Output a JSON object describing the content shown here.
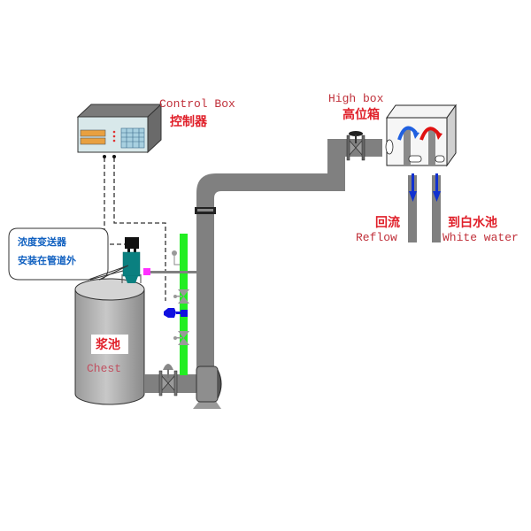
{
  "diagram": {
    "title": "Pulp consistency transmitter installation diagram",
    "labels": {
      "control_box_en": "Control Box",
      "control_box_cn": "控制器",
      "high_box_en": "High box",
      "high_box_cn": "高位箱",
      "reflow_cn": "回流",
      "reflow_en": "Reflow",
      "white_water_cn": "到白水池",
      "white_water_en": "White water",
      "chest_cn": "浆池",
      "chest_en": "Chest",
      "callout_line1": "浓度变送器",
      "callout_line2": "安装在管道外"
    },
    "colors": {
      "pipe": "#808080",
      "sample_line": "#22ee22",
      "label_red": "#e0202a",
      "callout_blue": "#1060c0",
      "transmitter": "#0a8080",
      "actuator": "#1010e0",
      "flow_arrow": "#1030d0",
      "hot_arrow": "#e01010",
      "cold_arrow": "#2060e0",
      "probe_tip": "#ff30ff"
    },
    "icons": {
      "control_box": "control-box-icon",
      "tank": "chest-tank-icon",
      "pump": "pump-icon",
      "valve": "valve-icon",
      "transmitter": "consistency-transmitter-icon",
      "flow_arrow": "arrow-down-icon"
    }
  }
}
